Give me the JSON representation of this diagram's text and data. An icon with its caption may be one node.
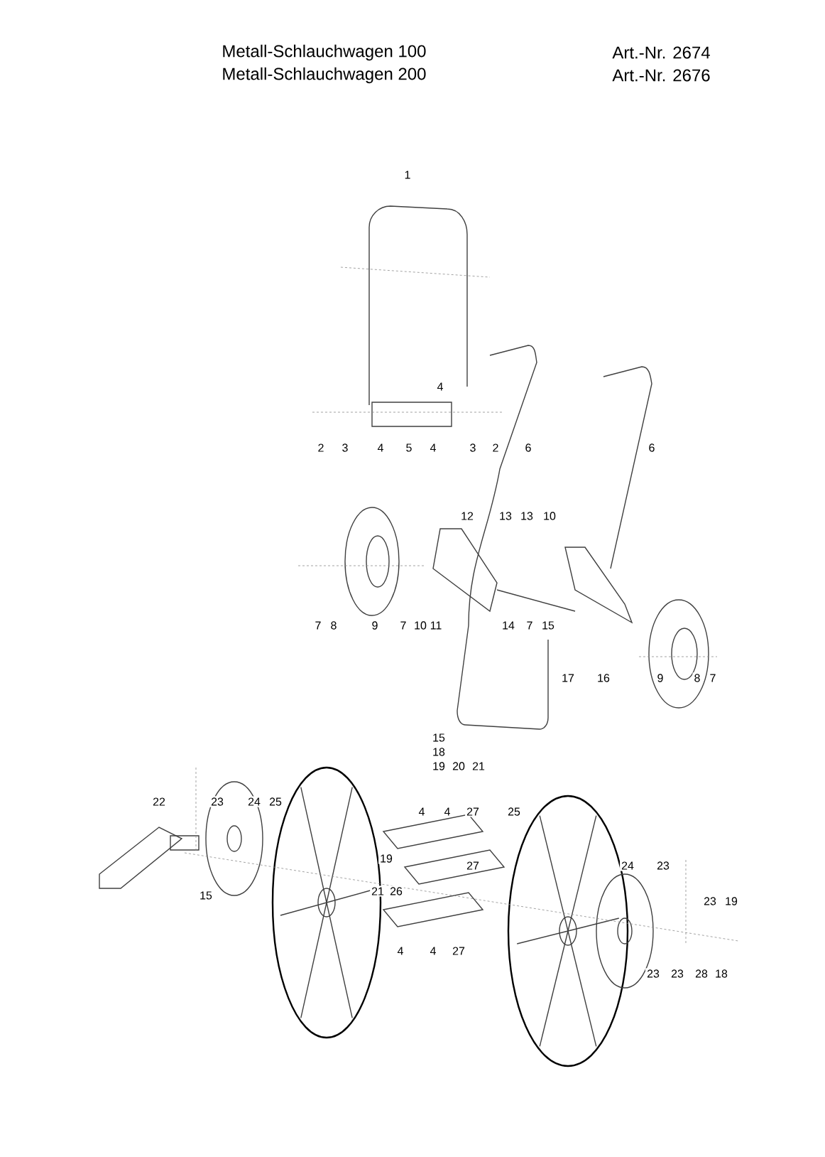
{
  "diagram": {
    "labels": [
      "Metall-Schlauchwagen 100",
      "Art.-Nr. 2674",
      "Metall-Schlauchwagen 200",
      "Art.-Nr. 2676",
      "1",
      "4",
      "2",
      "3",
      "4",
      "5",
      "4",
      "3",
      "2",
      "6",
      "6",
      "12",
      "13",
      "13",
      "10",
      "7",
      "8",
      "9",
      "7",
      "10",
      "11",
      "14",
      "7",
      "15",
      "17",
      "16",
      "9",
      "8",
      "7",
      "15",
      "18",
      "19",
      "20",
      "21",
      "22",
      "23",
      "24",
      "25",
      "4",
      "4",
      "27",
      "25",
      "19",
      "27",
      "21",
      "26",
      "24",
      "23",
      "23",
      "19",
      "15",
      "4",
      "4",
      "27",
      "23",
      "23",
      "28",
      "18"
    ]
  }
}
